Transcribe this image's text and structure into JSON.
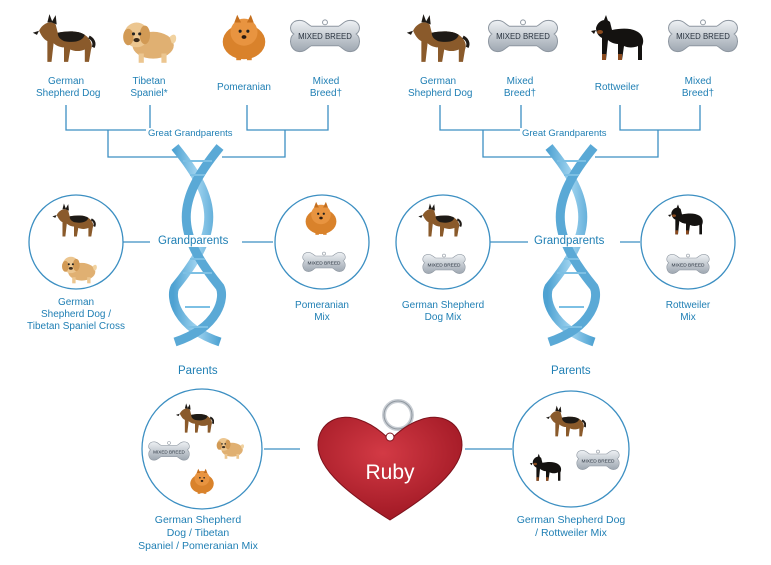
{
  "labels": {
    "ggp_left": [
      {
        "line1": "German",
        "line2": "Shepherd Dog"
      },
      {
        "line1": "Tibetan",
        "line2": "Spaniel*"
      },
      {
        "line1": "Pomeranian",
        "line2": ""
      },
      {
        "line1": "Mixed",
        "line2": "Breed†"
      }
    ],
    "ggp_right": [
      {
        "line1": "German",
        "line2": "Shepherd Dog"
      },
      {
        "line1": "Mixed",
        "line2": "Breed†"
      },
      {
        "line1": "Rottweiler",
        "line2": ""
      },
      {
        "line1": "Mixed",
        "line2": "Breed†"
      }
    ],
    "great_grandparents": "Great Grandparents",
    "grandparents": "Grandparents",
    "parents": "Parents",
    "gp_left_1": [
      "German",
      "Shepherd Dog /",
      "Tibetan Spaniel Cross"
    ],
    "gp_left_2": [
      "Pomeranian",
      "Mix"
    ],
    "gp_right_1": [
      "German Shepherd",
      "Dog Mix"
    ],
    "gp_right_2": [
      "Rottweiler",
      "Mix"
    ],
    "parent_left": [
      "German Shepherd",
      "Dog / Tibetan",
      "Spaniel / Pomeranian Mix"
    ],
    "parent_right": [
      "German Shepherd Dog",
      "/ Rottweiler Mix"
    ],
    "dog_name": "Ruby",
    "tag_text": "MIXED BREED"
  },
  "colors": {
    "line": "#3c8fc2",
    "text": "#1f7fb4",
    "heart": "#b7222e",
    "dna": "#6fb6dd",
    "tag": "#c6ccd3"
  },
  "icons": [
    "german-shepherd-icon",
    "tibetan-spaniel-icon",
    "pomeranian-icon",
    "rottweiler-icon",
    "mixed-breed-tag-icon",
    "dna-helix-icon",
    "heart-tag-icon"
  ]
}
